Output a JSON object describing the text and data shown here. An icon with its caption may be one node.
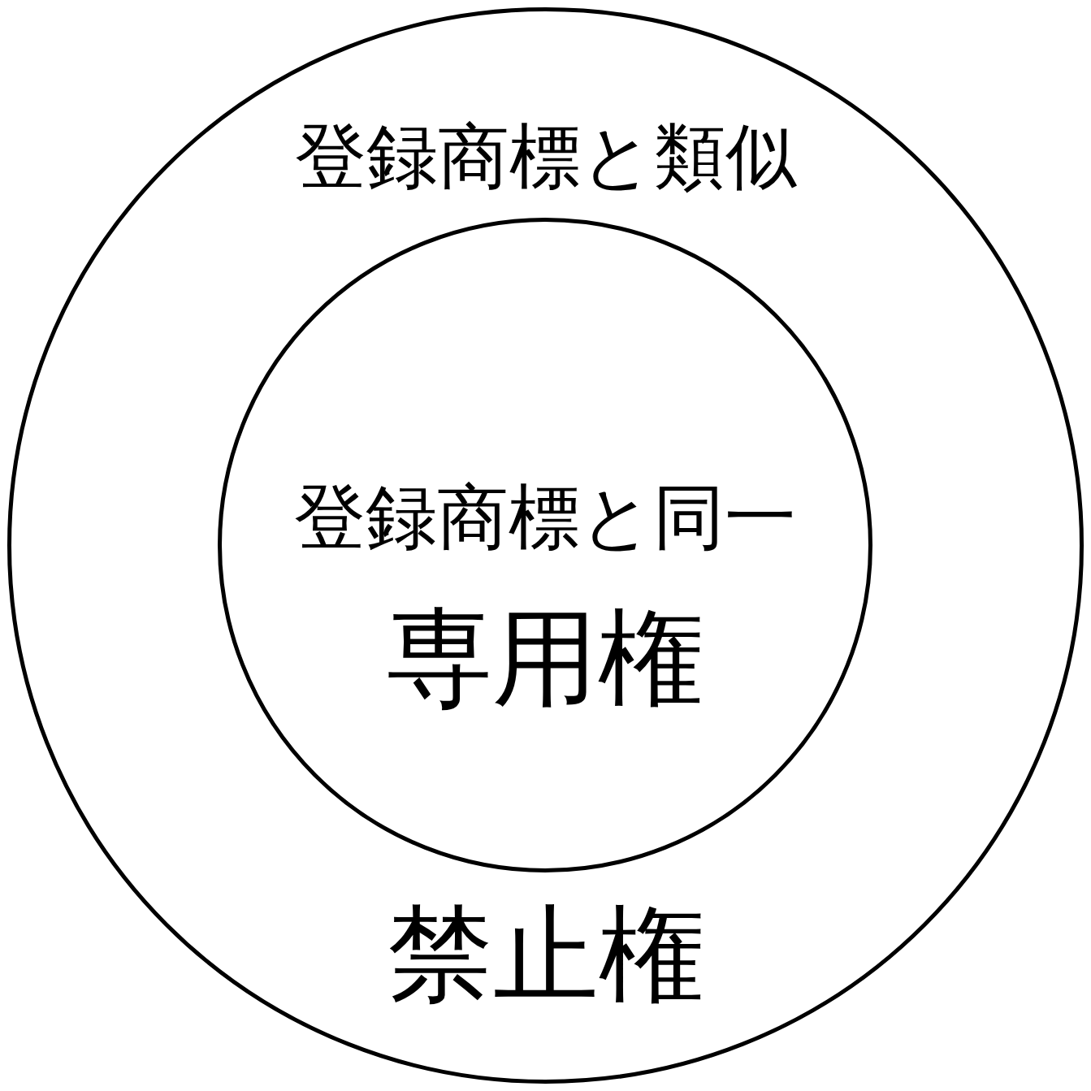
{
  "diagram": {
    "nodes": [
      {
        "text": [
          "登録商標と類似",
          "禁止権"
        ]
      },
      {
        "text": [
          "登録商標と同一",
          "専用権"
        ],
        "in": 0
      }
    ]
  }
}
